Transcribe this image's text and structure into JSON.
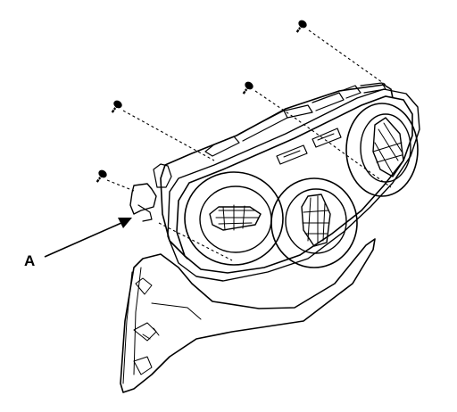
{
  "diagram": {
    "callouts": [
      {
        "id": "A",
        "label": "A"
      }
    ],
    "screws": [
      {
        "name": "screw-top-right"
      },
      {
        "name": "screw-top-middle"
      },
      {
        "name": "screw-top-left"
      },
      {
        "name": "screw-left"
      }
    ],
    "knobs": [
      {
        "name": "left-knob"
      },
      {
        "name": "center-knob"
      },
      {
        "name": "right-knob"
      }
    ],
    "colors": {
      "line": "#000000",
      "background": "#ffffff"
    }
  }
}
